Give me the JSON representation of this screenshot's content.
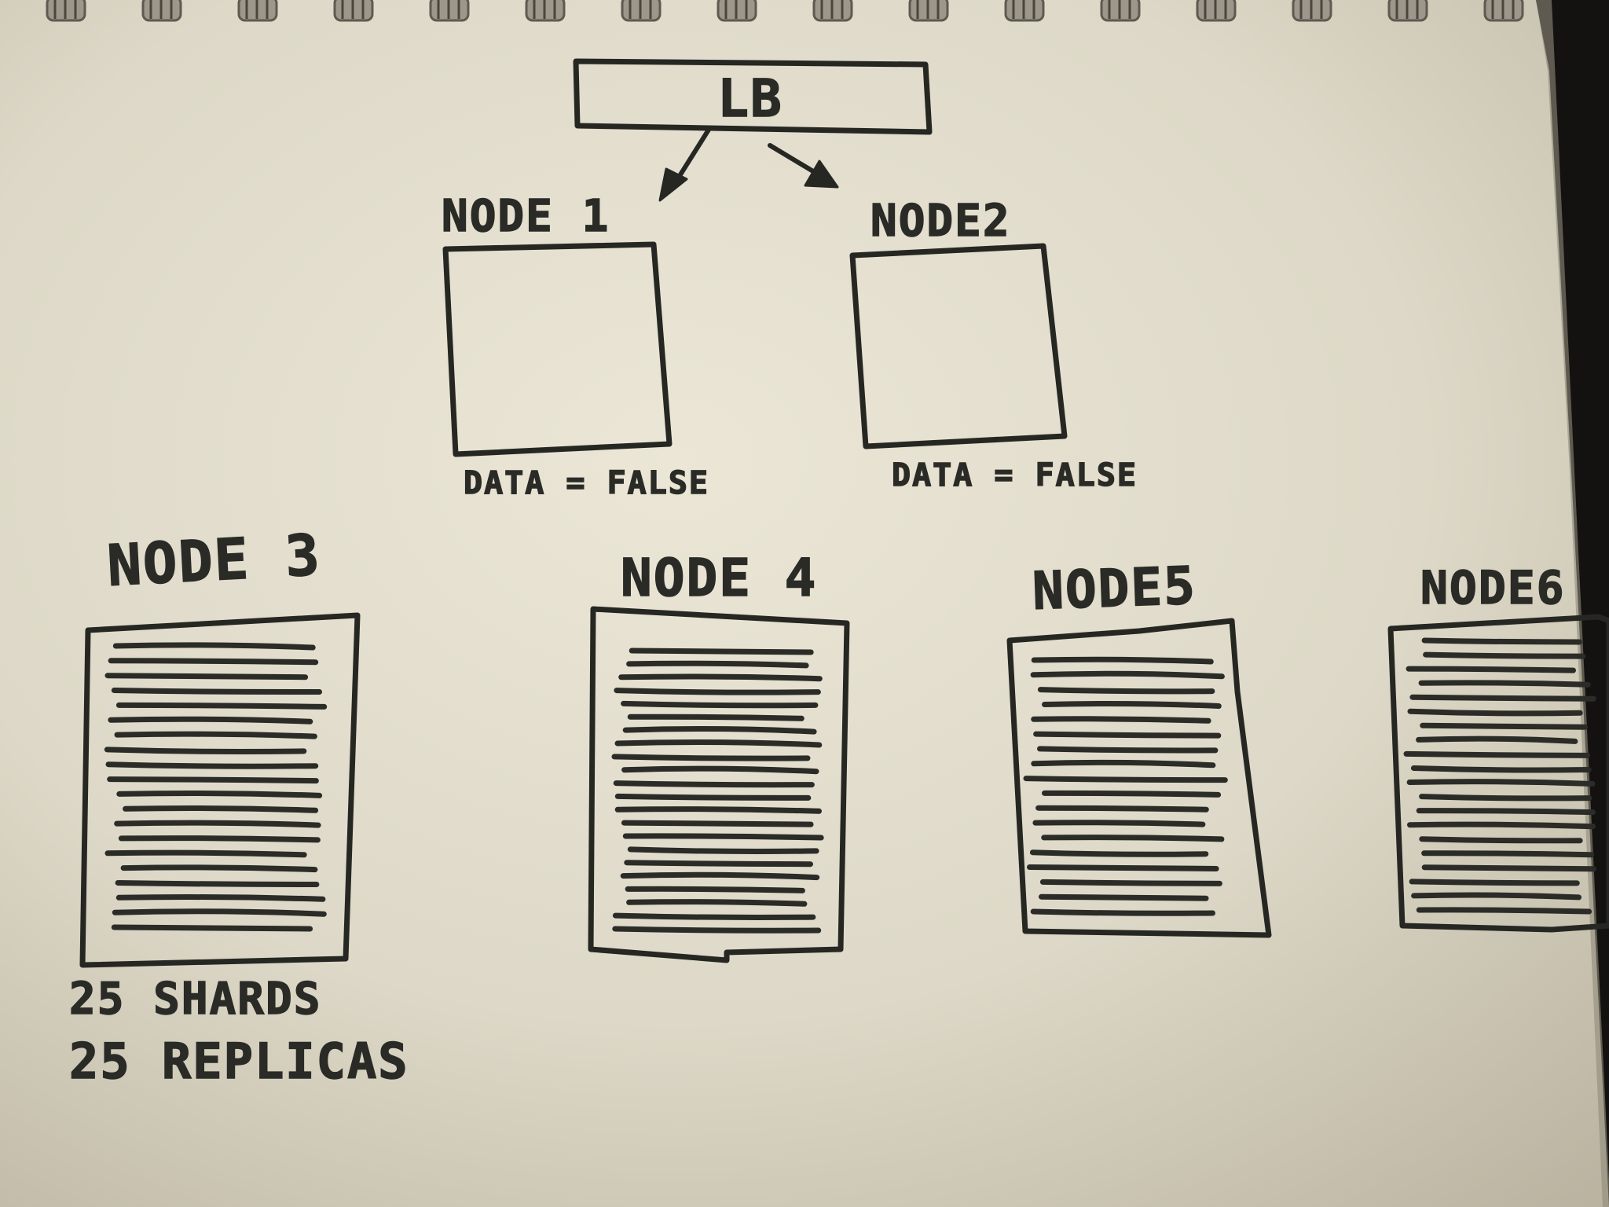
{
  "diagram": {
    "load_balancer": {
      "label": "LB"
    },
    "coordinator_nodes": [
      {
        "name": "NODE 1",
        "note": "DATA = FALSE"
      },
      {
        "name": "NODE2",
        "note": "DATA = FALSE"
      }
    ],
    "data_nodes": [
      {
        "name": "NODE 3"
      },
      {
        "name": "NODE 4"
      },
      {
        "name": "NODE5"
      },
      {
        "name": "NODE6"
      }
    ],
    "shard_notes": [
      "25 SHARDS",
      "25 REPLICAS"
    ]
  },
  "colors": {
    "paper": "#e8e3d3",
    "ink": "#262723",
    "background": "#141210"
  }
}
